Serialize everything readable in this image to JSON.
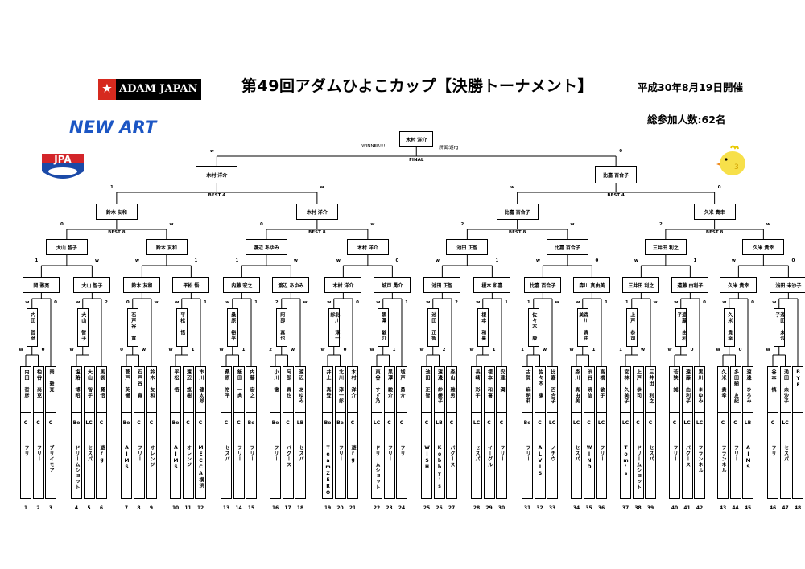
{
  "header": {
    "title": "第49回アダムひよこカップ【決勝トーナメント】",
    "date": "平成30年8月19日開催",
    "total_players": "総参加人数:62名",
    "logos": {
      "adam": "ADAM JAPAN",
      "newart": "NEW ART",
      "jpa": "JPA"
    }
  },
  "winner": {
    "name": "木村 洋介",
    "label": "WINNER!!!",
    "affiliation": "所属:遊rg"
  },
  "round_labels": {
    "final": "FINAL",
    "best4": "BEST 4",
    "best8": "BEST 8"
  },
  "final": [
    {
      "name": "木村 洋介",
      "score": "w"
    },
    {
      "name": "比嘉 百合子",
      "score": "0"
    }
  ],
  "best4": [
    {
      "name": "鈴木 友和",
      "score": "1"
    },
    {
      "name": "木村 洋介",
      "score": "w"
    },
    {
      "name": "比嘉 百合子",
      "score": "w"
    },
    {
      "name": "久米 貴幸",
      "score": "0"
    }
  ],
  "best8": [
    {
      "name": "大山 智子",
      "score": "0"
    },
    {
      "name": "鈴木 友和",
      "score": "w"
    },
    {
      "name": "渡辺 あゆみ",
      "score": "0"
    },
    {
      "name": "木村 洋介",
      "score": "w"
    },
    {
      "name": "池田 正智",
      "score": "2"
    },
    {
      "name": "比嘉 百合子",
      "score": "w"
    },
    {
      "name": "三井田 利之",
      "score": "2"
    },
    {
      "name": "久米 貴幸",
      "score": "w"
    }
  ],
  "r16": [
    {
      "name": "岡 雅亮",
      "score": "1"
    },
    {
      "name": "大山 智子",
      "score": "w"
    },
    {
      "name": "鈴木 友和",
      "score": "w"
    },
    {
      "name": "平松 悟",
      "score": "1"
    },
    {
      "name": "内藤 宏之",
      "score": "1"
    },
    {
      "name": "渡辺 あゆみ",
      "score": "w"
    },
    {
      "name": "木村 洋介",
      "score": "w"
    },
    {
      "name": "城戸 勇介",
      "score": "0"
    },
    {
      "name": "池田 正智",
      "score": "w"
    },
    {
      "name": "榎本 和喜",
      "score": "1"
    },
    {
      "name": "比嘉 百合子",
      "score": "w"
    },
    {
      "name": "森川 真由美",
      "score": "0"
    },
    {
      "name": "三井田 利之",
      "score": "w"
    },
    {
      "name": "遠藤 由利子",
      "score": "1"
    },
    {
      "name": "久米 貴幸",
      "score": "w"
    },
    {
      "name": "浅田 未沙子",
      "score": "0"
    }
  ],
  "r32": [
    {
      "name": "内田 哲彦",
      "s1": "w",
      "s2": "0"
    },
    {
      "name": "大山 智子",
      "s1": "w",
      "s2": "2"
    },
    {
      "name": "石戸谷 寛",
      "s1": "0",
      "s2": "w"
    },
    {
      "name": "平松 悟",
      "s1": "w",
      "s2": "1"
    },
    {
      "name": "桑原 裕平",
      "s1": "w",
      "s2": "1"
    },
    {
      "name": "阿部 真也",
      "s1": "2",
      "s2": "w"
    },
    {
      "name": "北川 淳一郎",
      "s1": "w",
      "s2": "0"
    },
    {
      "name": "黒澤 駿介",
      "s1": "w",
      "s2": "1"
    },
    {
      "name": "池田 正智",
      "s1": "w",
      "s2": "2"
    },
    {
      "name": "榎本 和喜",
      "s1": "w",
      "s2": "1"
    },
    {
      "name": "佐々木 康",
      "s1": "1",
      "s2": "w"
    },
    {
      "name": "森川 真由美",
      "s1": "w",
      "s2": "1"
    },
    {
      "name": "上戸 恭司",
      "s1": "1",
      "s2": "w"
    },
    {
      "name": "遠藤 由利子",
      "s1": "w",
      "s2": "0"
    },
    {
      "name": "久米 貴幸",
      "s1": "w",
      "s2": "0"
    },
    {
      "name": "浅田 未沙子",
      "s1": "w",
      "s2": ""
    }
  ],
  "players": [
    {
      "no": "1",
      "name": "内田 哲彦",
      "class": "C",
      "shop": "フリー",
      "score": "w"
    },
    {
      "no": "2",
      "name": "柏谷 尚克",
      "class": "C",
      "shop": "フリー",
      "score": "0"
    },
    {
      "no": "3",
      "name": "岡 雅亮",
      "class": "C",
      "shop": "ブリイモア",
      "score": ""
    },
    {
      "no": "4",
      "name": "塩路 博昭",
      "class": "Be",
      "shop": "ドリームショット",
      "score": "w"
    },
    {
      "no": "5",
      "name": "大山 智子",
      "class": "LC",
      "shop": "セスパ",
      "score": ""
    },
    {
      "no": "6",
      "name": "馬袋 賢悟",
      "class": "C",
      "shop": "遊rg",
      "score": "2"
    },
    {
      "no": "7",
      "name": "菅戸 英暢",
      "class": "Be",
      "shop": "AIMS",
      "score": "0"
    },
    {
      "no": "8",
      "name": "石戸谷 寛",
      "class": "C",
      "shop": "フリー",
      "score": "w"
    },
    {
      "no": "9",
      "name": "鈴木 友和",
      "class": "C",
      "shop": "オレンジ",
      "score": ""
    },
    {
      "no": "10",
      "name": "平松 悟",
      "class": "Be",
      "shop": "AIMS",
      "score": "w"
    },
    {
      "no": "11",
      "name": "渡辺 悠樹",
      "class": "C",
      "shop": "オレンジ",
      "score": "1"
    },
    {
      "no": "12",
      "name": "市川 健太郎",
      "class": "C",
      "shop": "MECCA横浜",
      "score": ""
    },
    {
      "no": "13",
      "name": "桑原 裕平",
      "class": "C",
      "shop": "セスパ",
      "score": "w"
    },
    {
      "no": "14",
      "name": "飯田 一典",
      "class": "C",
      "shop": "フリー",
      "score": "1"
    },
    {
      "no": "15",
      "name": "内藤 宏之",
      "class": "Be",
      "shop": "フリー",
      "score": ""
    },
    {
      "no": "16",
      "name": "小川 徹",
      "class": "Be",
      "shop": "フリー",
      "score": "2"
    },
    {
      "no": "17",
      "name": "阿部 真也",
      "class": "C",
      "shop": "バグース",
      "score": "w"
    },
    {
      "no": "18",
      "name": "渡辺 あゆみ",
      "class": "LB",
      "shop": "セスパ",
      "score": ""
    },
    {
      "no": "19",
      "name": "井上 真登",
      "class": "Be",
      "shop": "TeamZERO",
      "score": "w"
    },
    {
      "no": "20",
      "name": "北川 淳一郎",
      "class": "Be",
      "shop": "フリー",
      "score": "0"
    },
    {
      "no": "21",
      "name": "木村 洋介",
      "class": "C",
      "shop": "遊rg",
      "score": ""
    },
    {
      "no": "22",
      "name": "東谷 すず乃",
      "class": "LC",
      "shop": "ドリームショット",
      "score": "w"
    },
    {
      "no": "23",
      "name": "黒澤 駿介",
      "class": "C",
      "shop": "フリー",
      "score": "1"
    },
    {
      "no": "24",
      "name": "城戸 勇介",
      "class": "C",
      "shop": "フリー",
      "score": ""
    },
    {
      "no": "25",
      "name": "池田 正智",
      "class": "C",
      "shop": "WISH",
      "score": "w"
    },
    {
      "no": "26",
      "name": "渡邊 紗綾子",
      "class": "LB",
      "shop": "Kobby's",
      "score": "2"
    },
    {
      "no": "27",
      "name": "森山 雅男",
      "class": "C",
      "shop": "バグース",
      "score": ""
    },
    {
      "no": "28",
      "name": "長崎 彩子",
      "class": "LC",
      "shop": "セスパ",
      "score": "w"
    },
    {
      "no": "29",
      "name": "榎本 和喜",
      "class": "C",
      "shop": "イーグル",
      "score": "1"
    },
    {
      "no": "30",
      "name": "安達 潤",
      "class": "C",
      "shop": "フリー",
      "score": ""
    },
    {
      "no": "31",
      "name": "古賀 麻明莉",
      "class": "Be",
      "shop": "フリー",
      "score": "1"
    },
    {
      "no": "32",
      "name": "佐々木 康",
      "class": "C",
      "shop": "ALVIS",
      "score": "w"
    },
    {
      "no": "33",
      "name": "比嘉 百合子",
      "class": "LC",
      "shop": "ノチウ",
      "score": ""
    },
    {
      "no": "34",
      "name": "森川 真由美",
      "class": "LC",
      "shop": "セスパ",
      "score": "w"
    },
    {
      "no": "35",
      "name": "渋谷 暁信",
      "class": "C",
      "shop": "WIND",
      "score": "1"
    },
    {
      "no": "36",
      "name": "高橋 敏子",
      "class": "LC",
      "shop": "フリー",
      "score": ""
    },
    {
      "no": "37",
      "name": "宮林 久美子",
      "class": "LC",
      "shop": "Tom's",
      "score": "1"
    },
    {
      "no": "38",
      "name": "上戸 恭司",
      "class": "C",
      "shop": "ドリームショット",
      "score": "w"
    },
    {
      "no": "39",
      "name": "三井田 利之",
      "class": "C",
      "shop": "セスパ",
      "score": ""
    },
    {
      "no": "40",
      "name": "若狭 誠",
      "class": "C",
      "shop": "フリー",
      "score": "w"
    },
    {
      "no": "41",
      "name": "遠藤 由利子",
      "class": "LC",
      "shop": "バグース",
      "score": "0"
    },
    {
      "no": "42",
      "name": "黒川 まゆみ",
      "class": "LC",
      "shop": "フランネル",
      "score": ""
    },
    {
      "no": "43",
      "name": "久米 貴幸",
      "class": "C",
      "shop": "フランネル",
      "score": "w"
    },
    {
      "no": "44",
      "name": "多田納 友紀",
      "class": "C",
      "shop": "フリー",
      "score": "0"
    },
    {
      "no": "45",
      "name": "渡邊 ひろみ",
      "class": "LB",
      "shop": "AIMS",
      "score": ""
    },
    {
      "no": "46",
      "name": "谷本 慎",
      "class": "C",
      "shop": "フリー",
      "score": "w"
    },
    {
      "no": "47",
      "name": "浅田 未沙子",
      "class": "LC",
      "shop": "セスパ",
      "score": ""
    },
    {
      "no": "48",
      "name": "BYE",
      "class": "",
      "shop": "",
      "score": ""
    }
  ]
}
